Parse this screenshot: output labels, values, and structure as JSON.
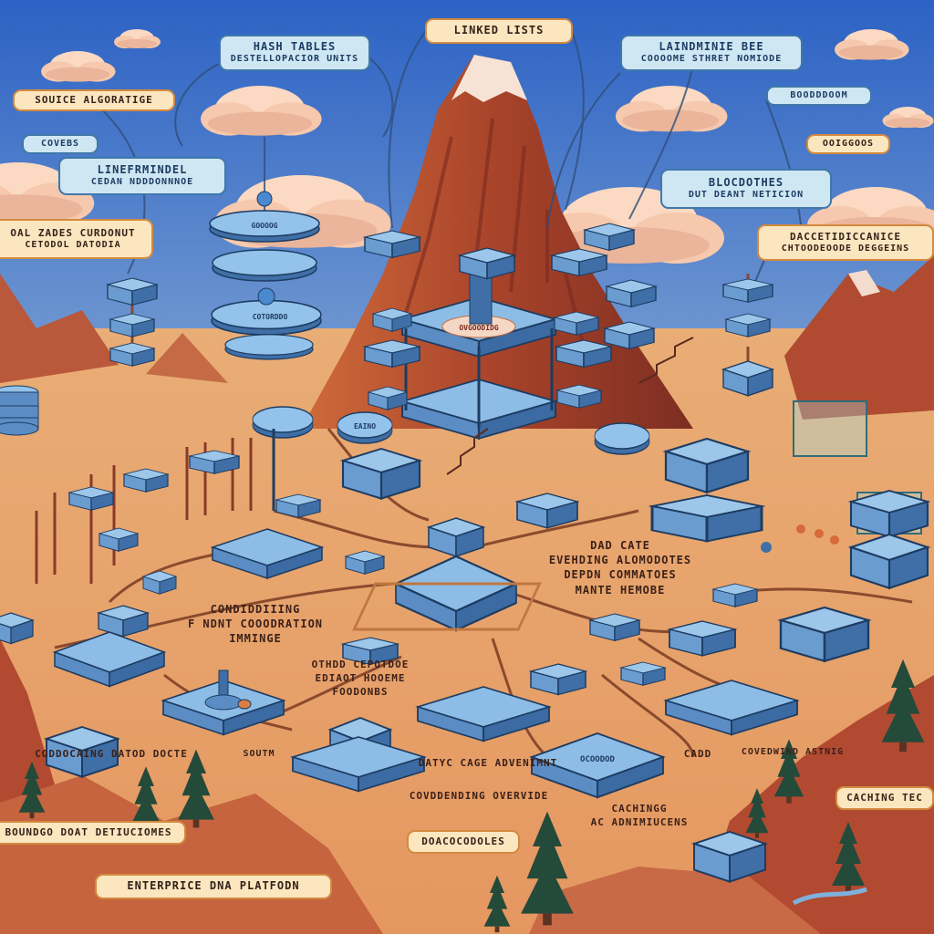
{
  "labels": {
    "linked_lists": "LINKED LISTS",
    "hash_tables_title": "HASH TABLES",
    "hash_tables_sub": "DESTELLOPACIOR UNITS",
    "sorting_title": "LAINDMINIE BEE",
    "sorting_sub": "COOOOME STHRET NOMIODE",
    "source_algorithms": "SOUICE ALGORATIGE",
    "borodoom": "BOODDDOOM",
    "covers": "COVEBS",
    "ooiggoos": "OOIGGOOS",
    "inheritance_title": "LINEFRMINDEL",
    "inheritance_sub": "CEDAN NDDDONNNOE",
    "blockchain_title": "BLOCDOTHES",
    "blockchain_sub": "DUT DEANT NETICION",
    "left_mid_title": "OAL ZADES CURDONUT",
    "left_mid_sub": "CETODOL DATODIA",
    "right_mid_title": "DACCETIDICCANICE",
    "right_mid_sub": "CHTOODEOODE DEGGEINS",
    "center_text": "DAD CATE\nEVEHDING ALOMODOTES\nDEPDN COMMATOES\nMANTE HEMOBE",
    "left_text": "CONDIDDIIING\nF NDNT COOODRATION\nIMMINGE",
    "mid_text": "OTHDD CEPOTDOE\nEDIAOT HOOEME\nFOODONBS",
    "coding_text": "CODDOCAING DATOD DOCTE",
    "data_cache_text": "DATYC CAGE ADVENIMNT",
    "cards_text": "CADD",
    "overview_text": "COVDDENDING OVERVIDE",
    "caching_text": "CACHINGG\nAC ADNIMIUCENS",
    "covering_text": "COVEDWIND  ASTNIG",
    "sourn_text": "SOUTM",
    "boundary_box": "BOUNDGO DOAT DETIUCIOMES",
    "decorodoles": "DOACOCODOLES",
    "enterprise": "ENTERPRICE DNA PLATFODN",
    "caching_tech": "CACHING TEC",
    "disc_labels": [
      "GOOOOG",
      "COTORDDO",
      "EAINO",
      "OVGOODIDG",
      "OCOODOD"
    ]
  },
  "colors": {
    "sky": "#2f69c9",
    "ground": "#e7a068",
    "cream_label": "#fbe6bf",
    "blue_label": "#cfe6f3",
    "block": "#7fb0dc",
    "block_side": "#3d6ea8",
    "mountain": "#b5502d"
  },
  "icons": {
    "cloud": "cloud-icon",
    "tree": "pine-tree-icon",
    "cube": "data-block-icon",
    "disc": "data-disc-icon"
  }
}
